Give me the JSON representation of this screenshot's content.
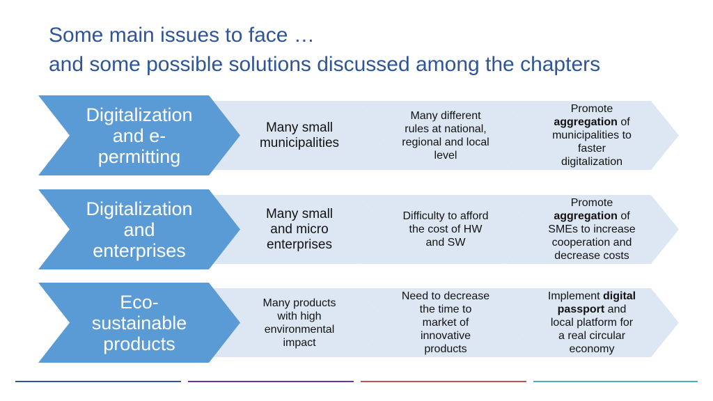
{
  "title": {
    "line1": "Some main issues to face …",
    "line2": "and some possible solutions discussed among the chapters"
  },
  "colors": {
    "title": "#2e5597",
    "header_fill": "#5b9bd5",
    "cell_fill": "#dde7f4",
    "footer": [
      "#2e5597",
      "#7030a0",
      "#c0504d",
      "#4bacc6"
    ]
  },
  "rows": [
    {
      "head": [
        "Digitalization",
        "and e-",
        "permitting"
      ],
      "cells": [
        {
          "size": "big",
          "lines": [
            [
              "Many small"
            ],
            [
              "municipalities"
            ]
          ]
        },
        {
          "size": "normal",
          "lines": [
            [
              "Many different"
            ],
            [
              "rules at national,"
            ],
            [
              "regional and local"
            ],
            [
              "level"
            ]
          ]
        },
        {
          "size": "normal",
          "lines": [
            [
              "Promote"
            ],
            [
              "*aggregation",
              " of"
            ],
            [
              "municipalities to"
            ],
            [
              "faster"
            ],
            [
              "digitalization"
            ]
          ]
        }
      ]
    },
    {
      "head": [
        "Digitalization",
        "and",
        "enterprises"
      ],
      "cells": [
        {
          "size": "big",
          "lines": [
            [
              "Many small"
            ],
            [
              "and micro"
            ],
            [
              "enterprises"
            ]
          ]
        },
        {
          "size": "normal",
          "lines": [
            [
              "Difficulty to afford"
            ],
            [
              "the cost of HW"
            ],
            [
              "and SW"
            ]
          ]
        },
        {
          "size": "normal",
          "lines": [
            [
              "Promote"
            ],
            [
              "*aggregation",
              " of"
            ],
            [
              "SMEs to increase"
            ],
            [
              "cooperation and"
            ],
            [
              "decrease costs"
            ]
          ]
        }
      ]
    },
    {
      "head": [
        "Eco-",
        "sustainable",
        "products"
      ],
      "cells": [
        {
          "size": "normal",
          "lines": [
            [
              "Many products"
            ],
            [
              "with high"
            ],
            [
              "environmental"
            ],
            [
              "impact"
            ]
          ]
        },
        {
          "size": "normal",
          "lines": [
            [
              "Need to decrease"
            ],
            [
              "the time to"
            ],
            [
              "market of"
            ],
            [
              "innovative"
            ],
            [
              "products"
            ]
          ]
        },
        {
          "size": "normal",
          "lines": [
            [
              "Implement ",
              "*digital"
            ],
            [
              "*passport",
              " and"
            ],
            [
              "local platform for"
            ],
            [
              "a real circular"
            ],
            [
              "economy"
            ]
          ]
        }
      ]
    }
  ]
}
